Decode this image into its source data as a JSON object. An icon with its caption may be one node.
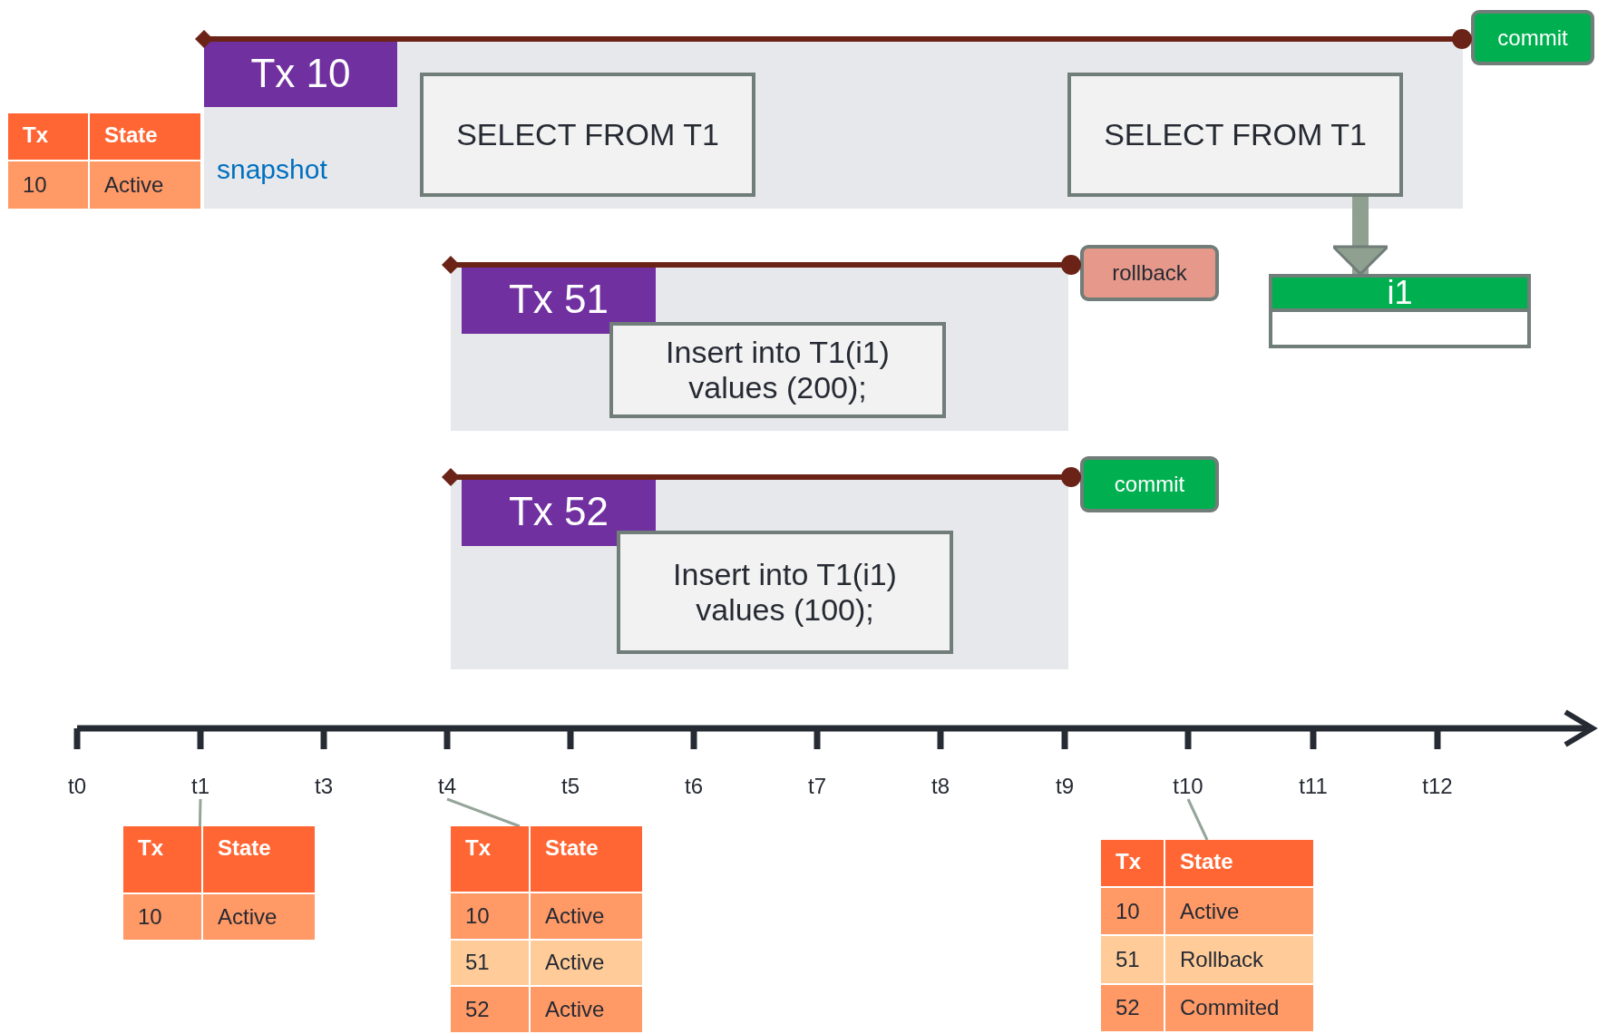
{
  "diagram": {
    "nodes": [
      {
        "text": [
          "Tx",
          "State",
          "10",
          "Active"
        ]
      },
      {
        "text": [
          "Tx 10",
          "snapshot"
        ]
      },
      {
        "text": [
          "SELECT FROM T1"
        ],
        "in": 1
      },
      {
        "text": [
          "SELECT FROM T1"
        ],
        "in": 1
      },
      {
        "text": [
          "commit"
        ]
      },
      {
        "text": [
          "Tx 51"
        ]
      },
      {
        "text": [
          "Insert into T1(i1) values (200);"
        ],
        "in": 5
      },
      {
        "text": [
          "rollback"
        ]
      },
      {
        "text": [
          "i1"
        ]
      },
      {
        "text": [
          "Tx 52"
        ]
      },
      {
        "text": [
          "Insert into T1(i1) values (100);"
        ],
        "in": 9
      },
      {
        "text": [
          "commit"
        ]
      },
      {
        "text": [
          "t1"
        ]
      },
      {
        "text": [
          "t4"
        ]
      },
      {
        "text": [
          "t10"
        ]
      },
      {
        "text": [
          "Tx",
          "State",
          "10",
          "Active"
        ]
      },
      {
        "text": [
          "Tx",
          "State",
          "10",
          "Active",
          "51",
          "Active",
          "52",
          "Active"
        ]
      },
      {
        "text": [
          "Tx",
          "State",
          "10",
          "Active",
          "51",
          "Rollback",
          "52",
          "Commited"
        ]
      }
    ],
    "edges": [
      {
        "from": 1,
        "to": 4,
        "arrow": "other"
      },
      {
        "from": 5,
        "to": 7,
        "arrow": "other"
      },
      {
        "from": 9,
        "to": 11,
        "arrow": "other"
      },
      {
        "from": 3,
        "to": 8,
        "arrow": "to",
        "style": "thick",
        "color": "#8fa091"
      },
      {
        "from": 12,
        "to": 15,
        "arrow": "none",
        "color": "#95a59a"
      },
      {
        "from": 13,
        "to": 16,
        "arrow": "none",
        "color": "#95a59a"
      },
      {
        "from": 14,
        "to": 17,
        "arrow": "none",
        "color": "#95a59a"
      }
    ],
    "labels": [
      "t0",
      "t3",
      "t5",
      "t6",
      "t7",
      "t8",
      "t9",
      "t11",
      "t12"
    ]
  }
}
